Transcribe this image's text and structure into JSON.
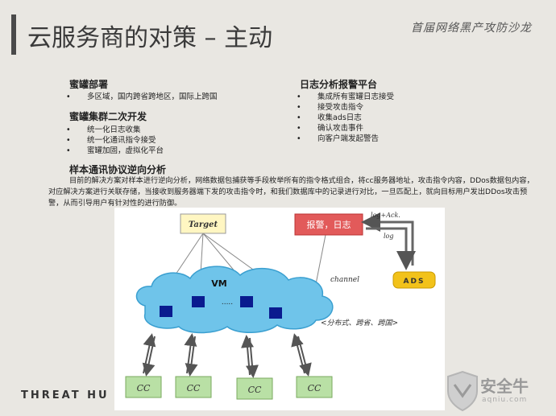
{
  "header": {
    "title": "云服务商的对策 – 主动",
    "subtitle": "首届网络黑产攻防沙龙"
  },
  "honeypot_deploy": {
    "heading": "蜜罐部署",
    "items": [
      "多区域，国内跨省跨地区，国际上跨国"
    ]
  },
  "honeypot_cluster": {
    "heading": "蜜罐集群二次开发",
    "items": [
      "统一化日志收集",
      "统一化通讯指令接受",
      "蜜罐加固，虚拟化平台"
    ]
  },
  "log_platform": {
    "heading": "日志分析报警平台",
    "items": [
      "集成所有蜜罐日志接受",
      "接受攻击指令",
      "收集ads日志",
      "确认攻击事件",
      "向客户端发起警告"
    ]
  },
  "reverse": {
    "heading": "样本通讯协议逆向分析",
    "paragraph": "目前的解决方案对样本进行逆向分析，网络数据包捕获等手段枚举所有的指令格式组合，将cc服务器地址，攻击指令内容，DDos数据包内容，对应解决方案进行关联存储，当接收到服务器端下发的攻击指令时，和我们数据库中的记录进行对比，一旦匹配上，就向目标用户发出DDos攻击预警，从而引导用户有针对性的进行防御。"
  },
  "diagram": {
    "target_label": "Target",
    "alarm_label": "报警，日志",
    "vm_label": "VM",
    "vm_dots": ".....",
    "channel_label": "channel",
    "distribution_label": "<分布式、跨省、跨国>",
    "ads_label": "ADS",
    "log_ack_label": "log+Ack.",
    "log_label": "log",
    "cc_labels": [
      "CC",
      "CC",
      "CC",
      "CC"
    ],
    "colors": {
      "target_fill": "#fff6c2",
      "alarm_fill": "#e25a5a",
      "ads_fill": "#f2c21a",
      "cc_fill": "#b9e0a5",
      "cloud_fill": "#6fc4ea",
      "node_fill": "#0a1b8f"
    }
  },
  "footer": {
    "left_text": "THREAT HU",
    "logo_text": "安全牛",
    "logo_sub": "aqniu.com"
  }
}
